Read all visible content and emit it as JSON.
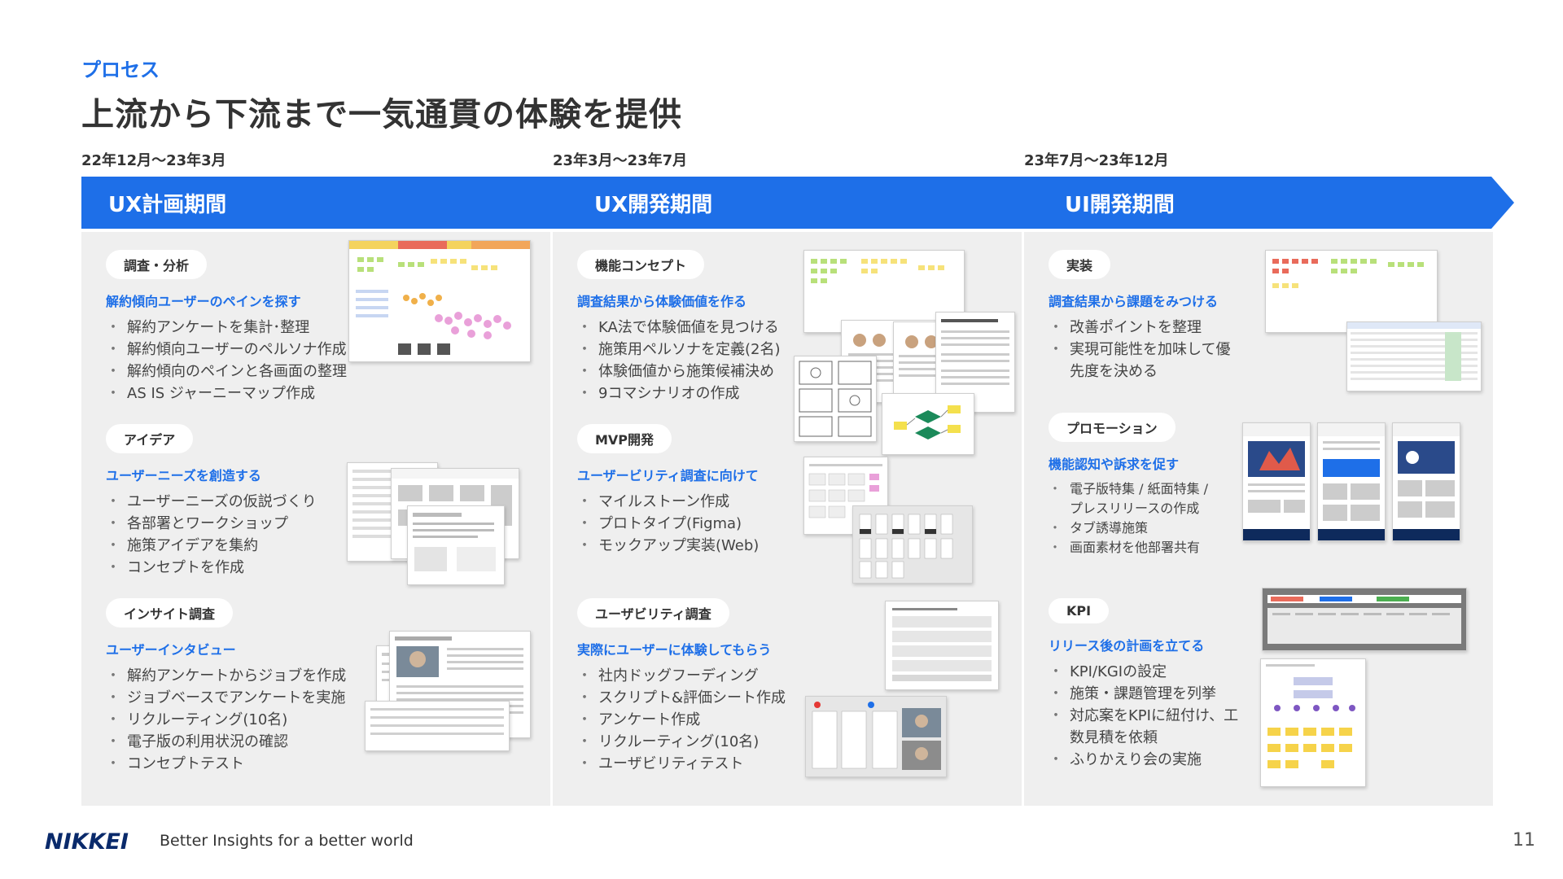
{
  "header": {
    "eyebrow": "プロセス",
    "title": "上流から下流まで一気通貫の体験を提供"
  },
  "colors": {
    "accent": "#1e6fe8",
    "panel": "#efefef",
    "text": "#333333"
  },
  "phases": [
    {
      "date": "22年12月〜23年3月",
      "label": "UX計画期間",
      "sections": [
        {
          "tag": "調査・分析",
          "subtitle": "解約傾向ユーザーのペインを探す",
          "items": [
            "解約アンケートを集計･整理",
            "解約傾向ユーザーのペルソナ作成",
            "解約傾向のペインと各画面の整理",
            "AS IS ジャーニーマップ作成"
          ]
        },
        {
          "tag": "アイデア",
          "subtitle": "ユーザーニーズを創造する",
          "items": [
            "ユーザーニーズの仮説づくり",
            "各部署とワークショップ",
            "施策アイデアを集約",
            "コンセプトを作成"
          ]
        },
        {
          "tag": "インサイト調査",
          "subtitle": "ユーザーインタビュー",
          "items": [
            "解約アンケートからジョブを作成",
            "ジョブベースでアンケートを実施",
            "リクルーティング(10名)",
            "電子版の利用状況の確認",
            "コンセプトテスト"
          ]
        }
      ]
    },
    {
      "date": "23年3月〜23年7月",
      "label": "UX開発期間",
      "sections": [
        {
          "tag": "機能コンセプト",
          "subtitle": "調査結果から体験価値を作る",
          "items": [
            "KA法で体験価値を見つける",
            "施策用ペルソナを定義(2名)",
            "体験価値から施策候補決め",
            "9コマシナリオの作成"
          ]
        },
        {
          "tag": "MVP開発",
          "subtitle": "ユーザービリティ調査に向けて",
          "items": [
            "マイルストーン作成",
            "プロトタイプ(Figma)",
            "モックアップ実装(Web)"
          ]
        },
        {
          "tag": "ユーザビリティ調査",
          "subtitle": "実際にユーザーに体験してもらう",
          "items": [
            "社内ドッグフーディング",
            "スクリプト&評価シート作成",
            "アンケート作成",
            "リクルーティング(10名)",
            "ユーザビリティテスト"
          ]
        }
      ]
    },
    {
      "date": "23年7月〜23年12月",
      "label": "UI開発期間",
      "sections": [
        {
          "tag": "実装",
          "subtitle": "調査結果から課題をみつける",
          "items": [
            "改善ポイントを整理",
            "実現可能性を加味して優\n先度を決める"
          ]
        },
        {
          "tag": "プロモーション",
          "subtitle": "機能認知や訴求を促す",
          "items": [
            "電子版特集 / 紙面特集 /\nプレスリリースの作成",
            "タブ誘導施策",
            "画面素材を他部署共有"
          ]
        },
        {
          "tag": "KPI",
          "subtitle": "リリース後の計画を立てる",
          "items": [
            "KPI/KGIの設定",
            "施策・課題管理を列挙",
            "対応案をKPIに紐付け、工\n数見積を依頼",
            "ふりかえり会の実施"
          ]
        }
      ]
    }
  ],
  "footer": {
    "logo": "NIKKEI",
    "tagline": "Better Insights for a better world",
    "page": "11"
  }
}
